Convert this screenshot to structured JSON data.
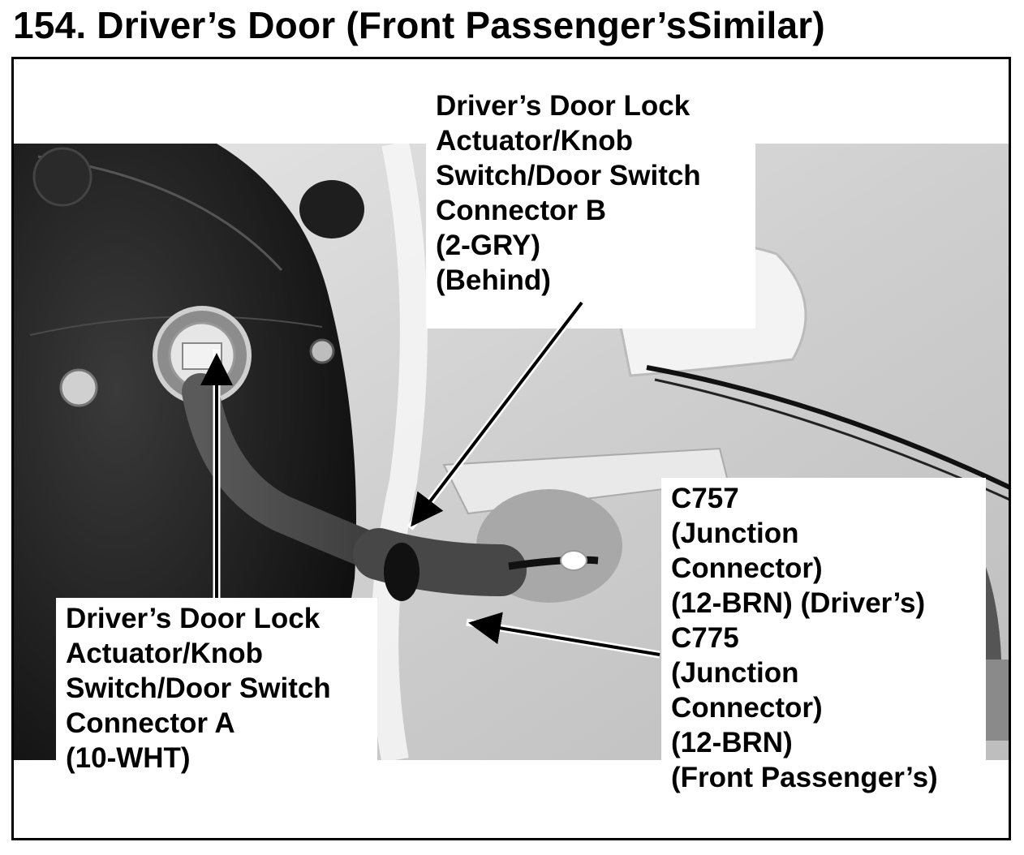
{
  "title": "154. Driver’s Door (Front Passenger’sSimilar)",
  "callouts": {
    "connector_b": {
      "lines": [
        "Driver’s Door Lock",
        "Actuator/Knob",
        "Switch/Door Switch",
        "Connector B",
        "(2-GRY)",
        "(Behind)"
      ]
    },
    "connector_a": {
      "lines": [
        "Driver’s Door Lock",
        "Actuator/Knob",
        "Switch/Door Switch",
        "Connector A",
        "(10-WHT)"
      ]
    },
    "junction": {
      "lines": [
        "C757",
        "(Junction",
        "Connector)",
        "(12-BRN) (Driver’s)",
        "C775",
        "(Junction",
        "Connector)",
        "(12-BRN)",
        "(Front Passenger’s)"
      ]
    }
  },
  "colors": {
    "frame": "#000000",
    "panel_dark": "#1a1a1a",
    "door_light": "#d9d9d9",
    "callout_bg": "#ffffff"
  }
}
